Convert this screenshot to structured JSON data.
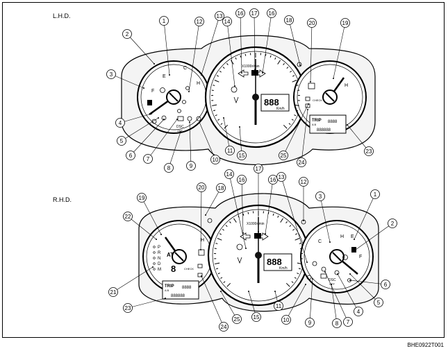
{
  "sections": {
    "lhd": {
      "label": "L.H.D."
    },
    "rhd": {
      "label": "R.H.D."
    }
  },
  "figure_code": "BHE0922T001",
  "gauge_text": {
    "digits": "888",
    "speed_unit": "Km/h",
    "scale_label": "X1000r/min",
    "trip_label": "TRIP",
    "trip_sub": "A  B",
    "odo_digits": "888888",
    "trip_digits": "8888",
    "gear_letters": [
      "P",
      "R",
      "N",
      "D",
      "M"
    ],
    "gear_digit": "8",
    "at_label": "AT",
    "check_label": "CHECK",
    "dsc_label": "DSC",
    "dsc_off": "OFF",
    "hot": "H",
    "cold": "C",
    "full": "F",
    "empty": "E"
  },
  "callouts": {
    "lhd": [
      {
        "n": "1"
      },
      {
        "n": "2"
      },
      {
        "n": "3"
      },
      {
        "n": "4"
      },
      {
        "n": "5"
      },
      {
        "n": "6"
      },
      {
        "n": "7"
      },
      {
        "n": "8"
      },
      {
        "n": "9"
      },
      {
        "n": "10"
      },
      {
        "n": "11"
      },
      {
        "n": "12"
      },
      {
        "n": "13"
      },
      {
        "n": "14"
      },
      {
        "n": "15"
      },
      {
        "n": "16"
      },
      {
        "n": "17"
      },
      {
        "n": "16"
      },
      {
        "n": "18"
      },
      {
        "n": "20"
      },
      {
        "n": "19"
      },
      {
        "n": "25"
      },
      {
        "n": "24"
      },
      {
        "n": "23"
      }
    ],
    "rhd": [
      {
        "n": "20"
      },
      {
        "n": "18"
      },
      {
        "n": "14"
      },
      {
        "n": "16"
      },
      {
        "n": "17"
      },
      {
        "n": "16"
      },
      {
        "n": "13"
      },
      {
        "n": "12"
      },
      {
        "n": "3"
      },
      {
        "n": "1"
      },
      {
        "n": "2"
      },
      {
        "n": "19"
      },
      {
        "n": "22"
      },
      {
        "n": "21"
      },
      {
        "n": "6"
      },
      {
        "n": "5"
      },
      {
        "n": "4"
      },
      {
        "n": "7"
      },
      {
        "n": "8"
      },
      {
        "n": "9"
      },
      {
        "n": "10"
      },
      {
        "n": "11"
      },
      {
        "n": "15"
      },
      {
        "n": "25"
      },
      {
        "n": "24"
      },
      {
        "n": "23"
      }
    ]
  }
}
